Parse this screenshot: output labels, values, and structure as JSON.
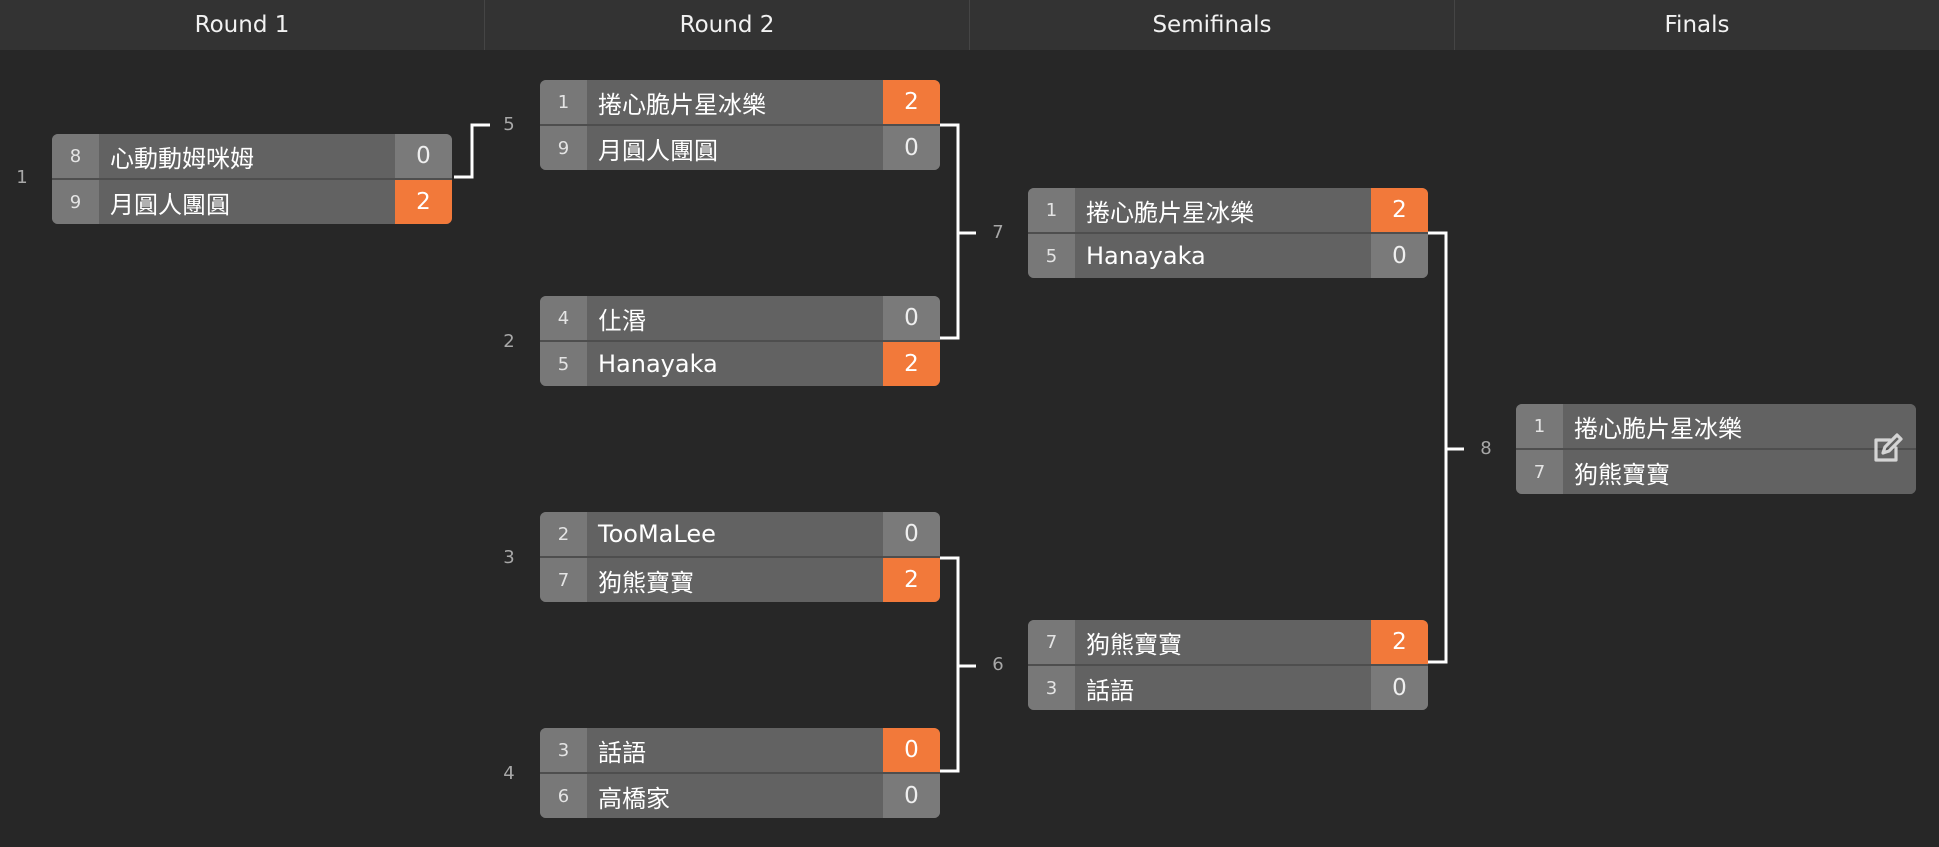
{
  "header": {
    "rounds": [
      "Round 1",
      "Round 2",
      "Semifinals",
      "Finals"
    ]
  },
  "colors": {
    "winner": "#f2793a",
    "background": "#272727",
    "header": "#333333",
    "card": "#626262"
  },
  "icons": {
    "edit": "edit-icon"
  },
  "matches": {
    "m1": {
      "number": "1",
      "teams": [
        {
          "seed": "8",
          "name": "心動動姆咪姆",
          "score": "0"
        },
        {
          "seed": "9",
          "name": "月圓人團圓",
          "score": "2"
        }
      ]
    },
    "m5": {
      "number": "5",
      "teams": [
        {
          "seed": "1",
          "name": "捲心脆片星冰樂",
          "score": "2"
        },
        {
          "seed": "9",
          "name": "月圓人團圓",
          "score": "0"
        }
      ]
    },
    "m2": {
      "number": "2",
      "teams": [
        {
          "seed": "4",
          "name": "仩湣",
          "score": "0"
        },
        {
          "seed": "5",
          "name": "Hanayaka",
          "score": "2"
        }
      ]
    },
    "m3": {
      "number": "3",
      "teams": [
        {
          "seed": "2",
          "name": "TooMaLee",
          "score": "0"
        },
        {
          "seed": "7",
          "name": "狗熊寶寶",
          "score": "2"
        }
      ]
    },
    "m4": {
      "number": "4",
      "teams": [
        {
          "seed": "3",
          "name": "話語",
          "score": "0"
        },
        {
          "seed": "6",
          "name": "高橋家",
          "score": "0"
        }
      ]
    },
    "m7": {
      "number": "7",
      "teams": [
        {
          "seed": "1",
          "name": "捲心脆片星冰樂",
          "score": "2"
        },
        {
          "seed": "5",
          "name": "Hanayaka",
          "score": "0"
        }
      ]
    },
    "m6": {
      "number": "6",
      "teams": [
        {
          "seed": "7",
          "name": "狗熊寶寶",
          "score": "2"
        },
        {
          "seed": "3",
          "name": "話語",
          "score": "0"
        }
      ]
    },
    "m8": {
      "number": "8",
      "teams": [
        {
          "seed": "1",
          "name": "捲心脆片星冰樂"
        },
        {
          "seed": "7",
          "name": "狗熊寶寶"
        }
      ]
    }
  }
}
